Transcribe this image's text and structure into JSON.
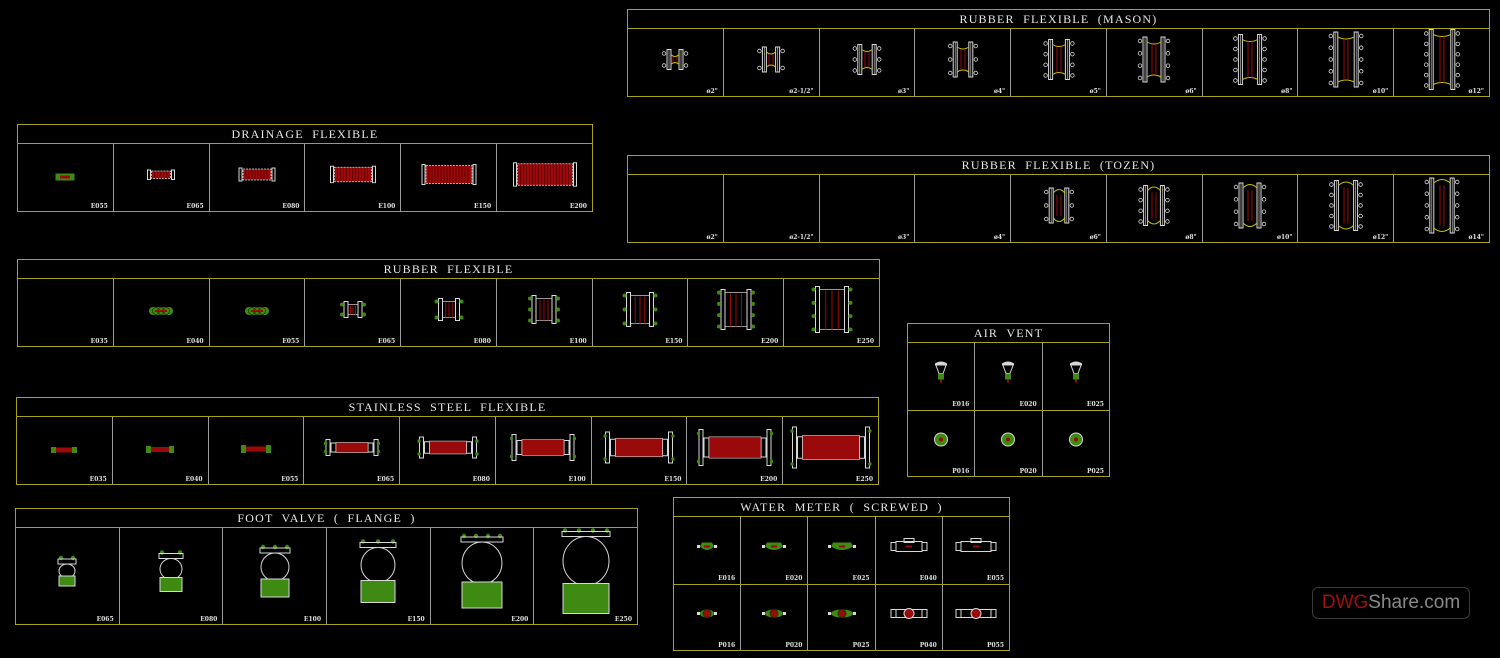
{
  "colors": {
    "frame": "#a8a21a",
    "divider": "#9a9a9a",
    "text": "#e8e8e8",
    "symbol_green": "#3f8a12",
    "symbol_red": "#9a0a0a",
    "symbol_white": "#d8d8d8",
    "symbol_yellow": "#c8c000",
    "watermark_red": "#a01010",
    "watermark_gray": "#8a8a8a"
  },
  "tables": {
    "mason": {
      "title": "RUBBER  FLEXIBLE  (MASON)",
      "labels": [
        "ø2\"",
        "ø2-1/2\"",
        "ø3\"",
        "ø4\"",
        "ø5\"",
        "ø6\"",
        "ø8\"",
        "ø10\"",
        "ø12\""
      ]
    },
    "tozen": {
      "title": "RUBBER  FLEXIBLE  (TOZEN)",
      "labels": [
        "ø2\"",
        "ø2-1/2\"",
        "ø3\"",
        "ø4\"",
        "ø6\"",
        "ø8\"",
        "ø10\"",
        "ø12\"",
        "ø14\""
      ]
    },
    "drainage": {
      "title": "DRAINAGE  FLEXIBLE",
      "labels": [
        "E055",
        "E065",
        "E080",
        "E100",
        "E150",
        "E200"
      ]
    },
    "rubber": {
      "title": "RUBBER  FLEXIBLE",
      "labels": [
        "E035",
        "E040",
        "E055",
        "E065",
        "E080",
        "E100",
        "E150",
        "E200",
        "E250"
      ]
    },
    "stainless": {
      "title": "STAINLESS  STEEL  FLEXIBLE",
      "labels": [
        "E035",
        "E040",
        "E055",
        "E065",
        "E080",
        "E100",
        "E150",
        "E200",
        "E250"
      ]
    },
    "air_vent": {
      "title": "AIR  VENT",
      "labels_top": [
        "E016",
        "E020",
        "E025"
      ],
      "labels_bottom": [
        "P016",
        "P020",
        "P025"
      ]
    },
    "foot_valve": {
      "title": "FOOT  VALVE  (  FLANGE  )",
      "labels": [
        "E065",
        "E080",
        "E100",
        "E150",
        "E200",
        "E250"
      ]
    },
    "water_meter": {
      "title": "WATER  METER  (  SCREWED  )",
      "labels_top": [
        "E016",
        "E020",
        "E025",
        "E040",
        "E055"
      ],
      "labels_bottom": [
        "P016",
        "P020",
        "P025",
        "P040",
        "P055"
      ]
    }
  },
  "watermark": {
    "part1": "DWG",
    "part2": "Share.com"
  }
}
